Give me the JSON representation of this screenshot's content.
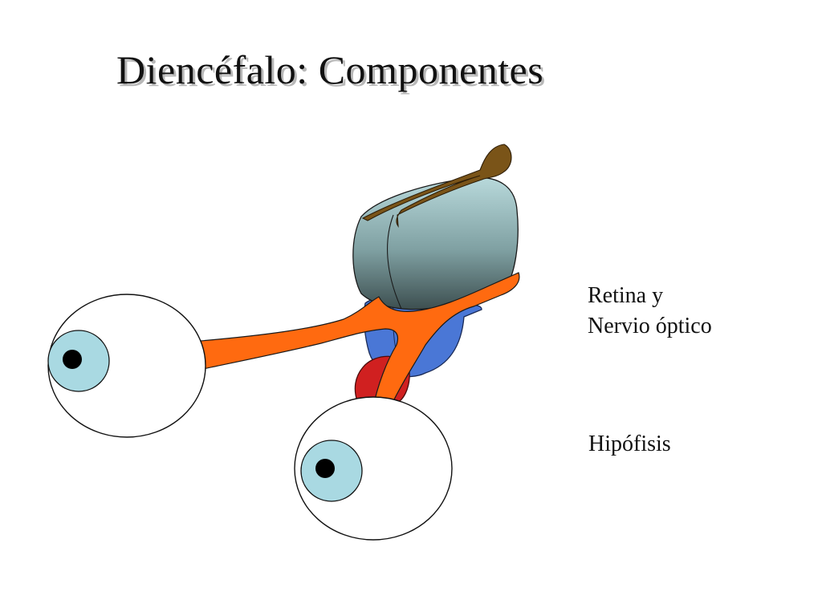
{
  "slide": {
    "title": "Diencéfalo: Componentes"
  },
  "labels": {
    "retina_line1": "Retina y",
    "retina_line2": "Nervio óptico",
    "hipofisis": "Hipófisis"
  },
  "colors": {
    "optic_nerve": "#ff6a10",
    "thalamus_top": "#b3d3d6",
    "thalamus_bottom": "#3f5152",
    "hypothalamus": "#4a77d6",
    "pituitary": "#d02020",
    "epithalamus": "#7a5418",
    "iris": "#a9d9e2",
    "pupil": "#000000"
  }
}
